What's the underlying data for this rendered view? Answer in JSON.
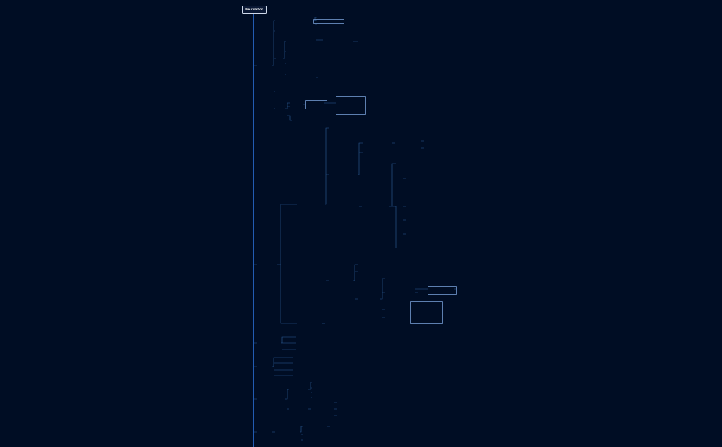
{
  "root": "Neurulation",
  "branches": [
    {
      "label": "",
      "color": "cyan"
    },
    {
      "label": "",
      "color": "cyan"
    },
    {
      "label": "",
      "color": "blue"
    },
    {
      "label": "",
      "color": "cyan"
    },
    {
      "label": "",
      "color": "cyan"
    },
    {
      "label": "",
      "color": "blue"
    }
  ],
  "colors": {
    "background": "#000d24",
    "connector": "#2d5f9a",
    "spine": "#2b6fd6",
    "cyan": "#38c8ff",
    "blue": "#2a7de1"
  }
}
